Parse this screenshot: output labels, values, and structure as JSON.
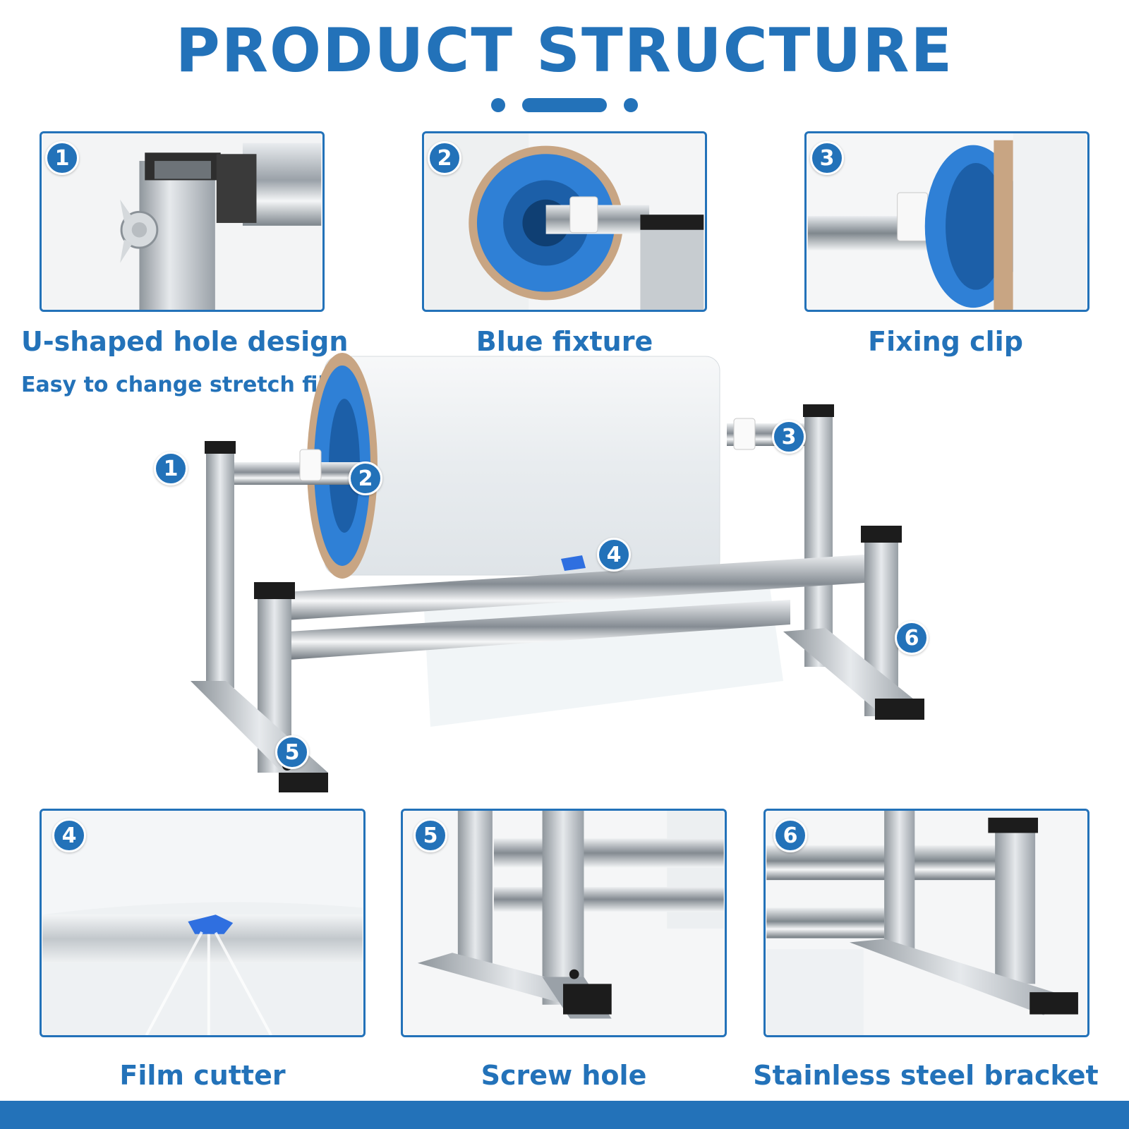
{
  "title": "PRODUCT STRUCTURE",
  "colors": {
    "brand_blue": "#2372b9",
    "steel": "#b9bec4",
    "fixture_blue": "#2f80d6",
    "cap_black": "#1c1c1c"
  },
  "features": [
    {
      "number": "1",
      "label": "U-shaped hole design",
      "sublabel": "Easy to change stretch film"
    },
    {
      "number": "2",
      "label": "Blue fixture"
    },
    {
      "number": "3",
      "label": "Fixing clip"
    },
    {
      "number": "4",
      "label": "Film cutter"
    },
    {
      "number": "5",
      "label": "Screw hole"
    },
    {
      "number": "6",
      "label": "Stainless steel bracket"
    }
  ],
  "callouts": [
    "1",
    "2",
    "3",
    "4",
    "5",
    "6"
  ]
}
